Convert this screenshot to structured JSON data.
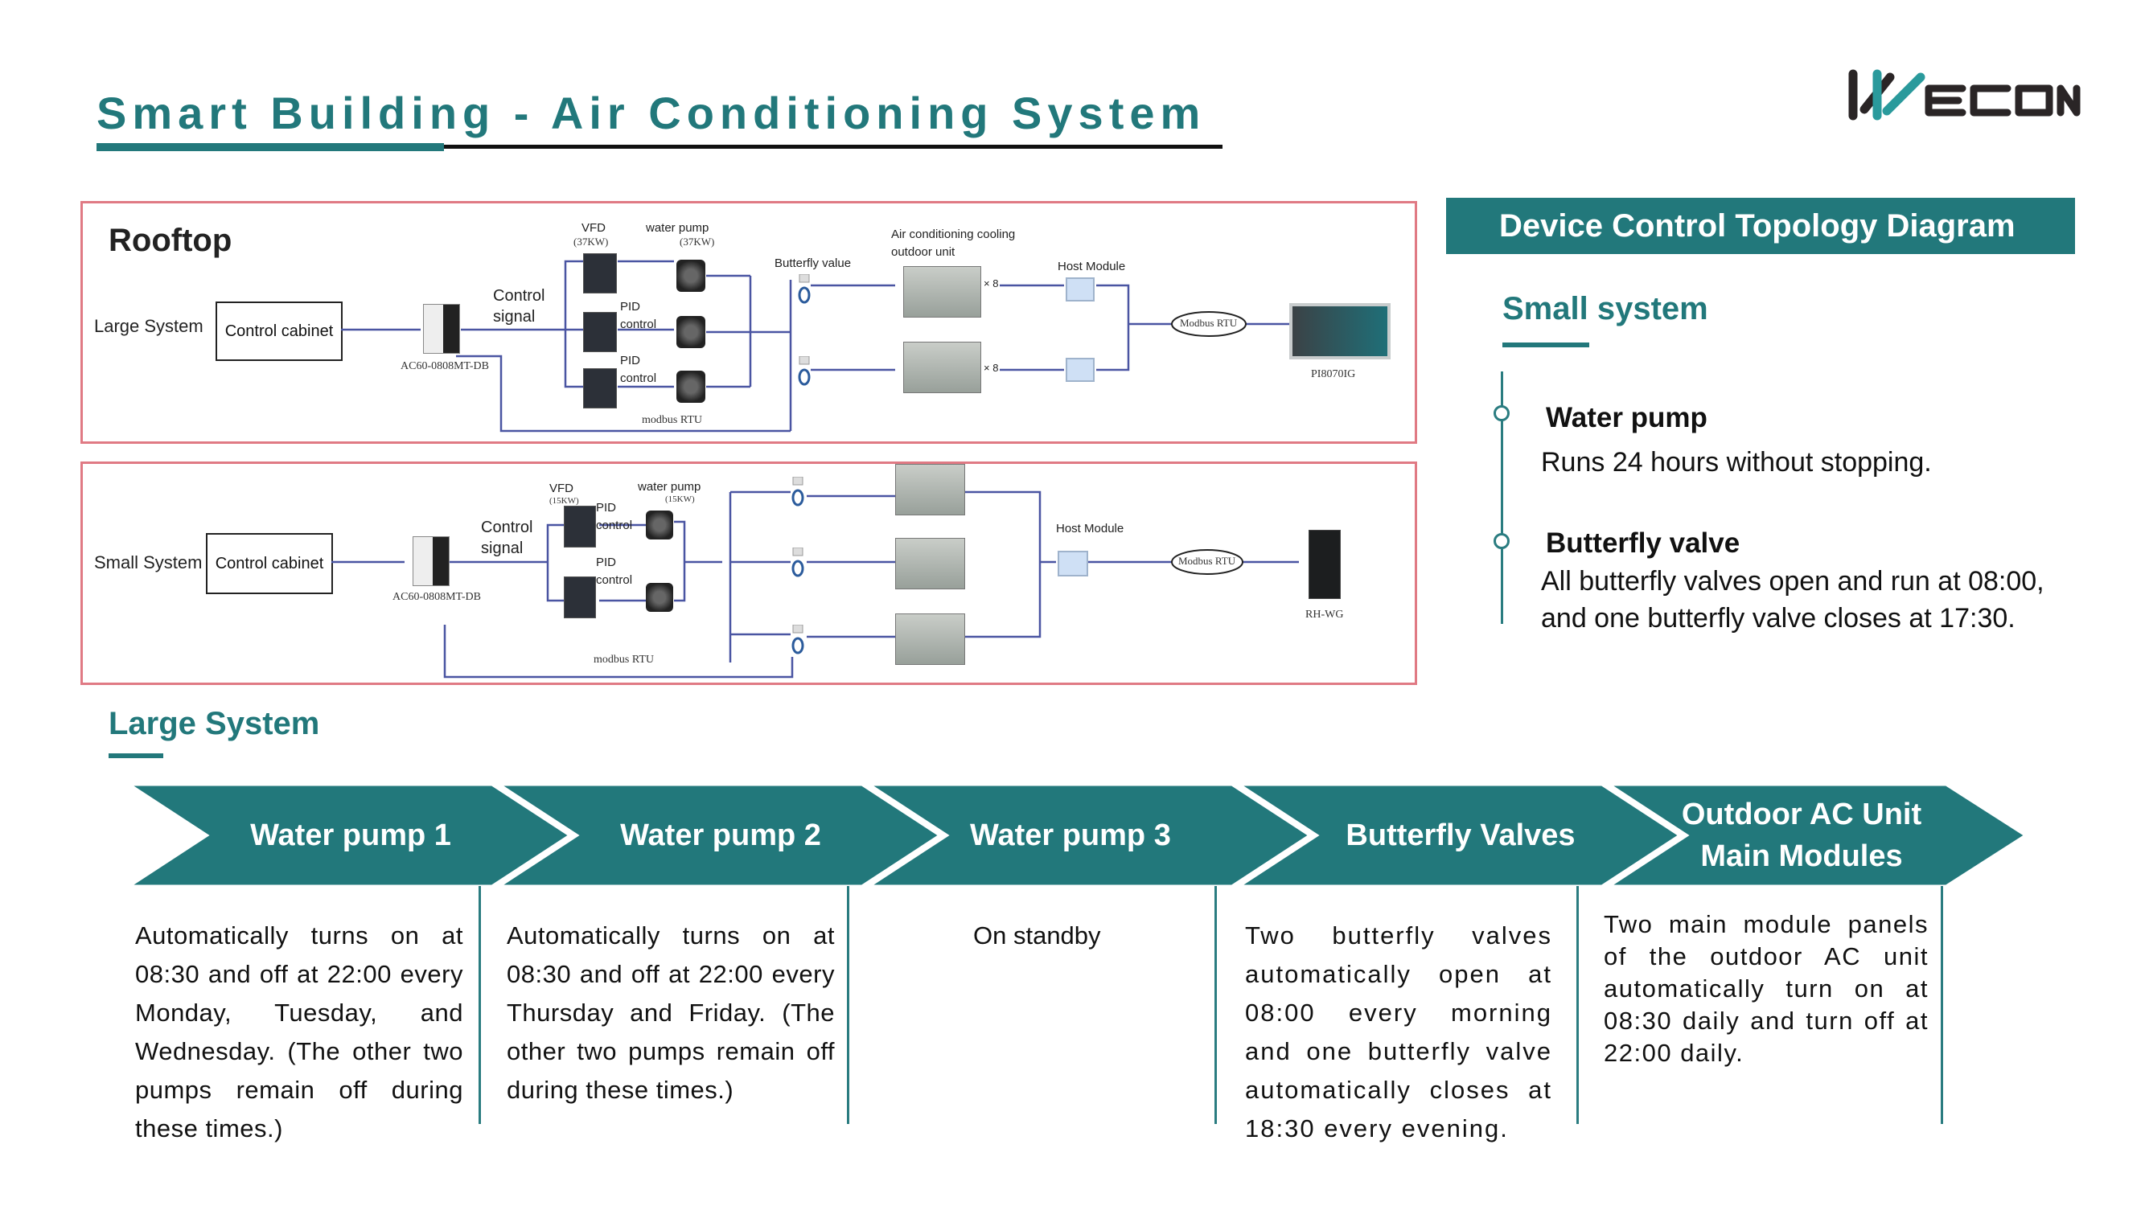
{
  "header": {
    "title": "Smart Building - Air Conditioning System",
    "logo": "WECON",
    "brand_color": "#22787b"
  },
  "diagram": {
    "large": {
      "section_label": "Rooftop",
      "system_label": "Large System",
      "cabinet_label": "Control cabinet",
      "plc_model": "AC60-0808MT-DB",
      "control_signal": "Control\nsignal",
      "vfd_label": "VFD",
      "vfd_power": "(37KW)",
      "pump_label": "water pump",
      "pump_power": "(37KW)",
      "pid_label_1": "PID\ncontrol",
      "pid_label_2": "PID\ncontrol",
      "modbus_label": "modbus  RTU",
      "valve_label": "Butterfly value",
      "outdoor_label": "Air conditioning cooling\noutdoor unit",
      "multiplier": "× 8",
      "host_label": "Host Module",
      "bus_label": "Modbus  RTU",
      "hmi_model": "PI8070IG"
    },
    "small": {
      "system_label": "Small System",
      "cabinet_label": "Control cabinet",
      "plc_model": "AC60-0808MT-DB",
      "control_signal": "Control\nsignal",
      "vfd_label": "VFD",
      "vfd_power": "(15KW)",
      "pump_label": "water pump",
      "pump_power": "(15KW)",
      "pid_label_1": "PID\ncontrol",
      "pid_label_2": "PID\ncontrol",
      "modbus_label": "modbus  RTU",
      "host_label": "Host Module",
      "bus_label": "Modbus  RTU",
      "gateway_model": "RH-WG"
    }
  },
  "topology": {
    "header": "Device Control Topology Diagram",
    "subheading": "Small system",
    "items": [
      {
        "title": "Water pump",
        "text": "Runs 24 hours without stopping."
      },
      {
        "title": "Butterfly valve",
        "text": "All butterfly valves open and run at 08:00, and one butterfly valve closes at 17:30."
      }
    ]
  },
  "large_system": {
    "heading": "Large System",
    "steps": [
      {
        "label": "Water pump 1",
        "text": "Automatically turns on at 08:30 and off at 22:00 every Monday, Tuesday, and Wednesday. (The other two pumps remain off during these times.)"
      },
      {
        "label": "Water pump 2",
        "text": "Automatically turns on at 08:30 and off at 22:00 every Thursday and Friday. (The other two pumps remain off during these times.)"
      },
      {
        "label": "Water pump 3",
        "text": "On standby"
      },
      {
        "label": "Butterfly Valves",
        "text": "Two butterfly valves automatically open at 08:00 every morning and one butterfly valve automatically closes at 18:30 every evening."
      },
      {
        "label": "Outdoor AC Unit\nMain Modules",
        "text": "Two main module panels of the outdoor AC unit automatically turn on at 08:30 daily and turn off at 22:00 daily."
      }
    ]
  }
}
